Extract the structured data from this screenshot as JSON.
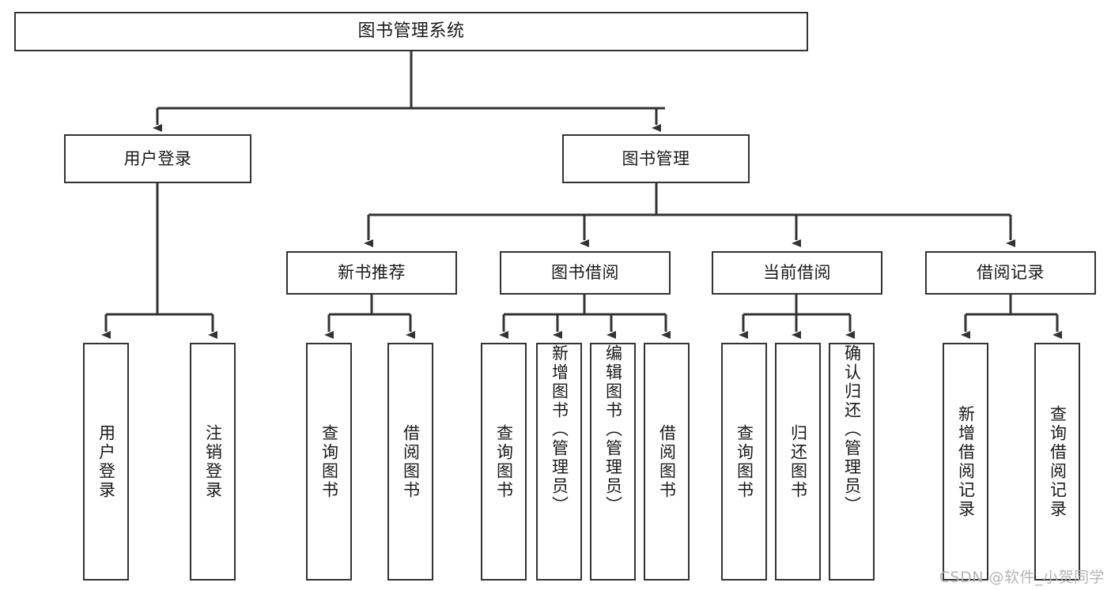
{
  "diagram": {
    "title": "图书管理系统",
    "type": "tree-hierarchy-chart",
    "watermark": "CSDN @软件_小贺同学",
    "colors": {
      "stroke": "#333333",
      "fill": "#ffffff",
      "text": "#1a1a1a",
      "watermark": "#b5b5b5"
    },
    "nodes": {
      "root": {
        "label": "图书管理系统"
      },
      "level2": [
        {
          "label": "用户登录"
        },
        {
          "label": "图书管理"
        }
      ],
      "level3": [
        {
          "label": "新书推荐"
        },
        {
          "label": "图书借阅"
        },
        {
          "label": "当前借阅"
        },
        {
          "label": "借阅记录"
        }
      ],
      "leaves": {
        "user_login": [
          {
            "label": "用户登录"
          },
          {
            "label": "注销登录"
          }
        ],
        "new_book_recommend": [
          {
            "label": "查询图书"
          },
          {
            "label": "借阅图书"
          }
        ],
        "book_borrow": [
          {
            "label": "查询图书"
          },
          {
            "label": "新增图书（管理员）"
          },
          {
            "label": "编辑图书（管理员）"
          },
          {
            "label": "借阅图书"
          }
        ],
        "current_borrow": [
          {
            "label": "查询图书"
          },
          {
            "label": "归还图书"
          },
          {
            "label": "确认归还（管理员）"
          }
        ],
        "borrow_record": [
          {
            "label": "新增借阅记录"
          },
          {
            "label": "查询借阅记录"
          }
        ]
      }
    }
  }
}
